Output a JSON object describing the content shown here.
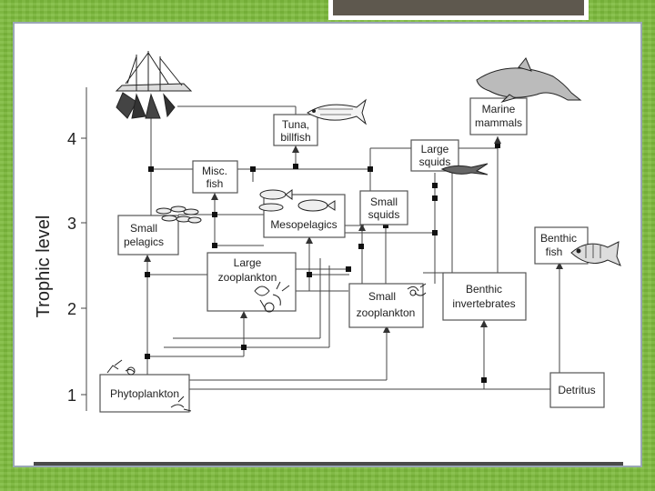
{
  "axis": {
    "title": "Trophic level",
    "ticks": [
      "1",
      "2",
      "3",
      "4"
    ]
  },
  "nodes": {
    "phytoplankton": "Phytoplankton",
    "detritus": "Detritus",
    "large_zooplankton": [
      "Large",
      "zooplankton"
    ],
    "small_zooplankton": [
      "Small",
      "zooplankton"
    ],
    "benthic_invertebrates": [
      "Benthic",
      "invertebrates"
    ],
    "small_pelagics": [
      "Small",
      "pelagics"
    ],
    "mesopelagics": "Mesopelagics",
    "small_squids": [
      "Small",
      "squids"
    ],
    "misc_fish": [
      "Misc.",
      "fish"
    ],
    "tuna_billfish": [
      "Tuna,",
      "billfish"
    ],
    "large_squids": [
      "Large",
      "squids"
    ],
    "marine_mammals": [
      "Marine",
      "mammals"
    ],
    "benthic_fish": [
      "Benthic",
      "fish"
    ]
  },
  "icons": [
    "sailboat-icon",
    "tuna-icon",
    "dolphin-icon",
    "squid-icon",
    "fish-school-icon",
    "small-fish-icon",
    "benthic-fish-icon",
    "plankton-icon"
  ]
}
